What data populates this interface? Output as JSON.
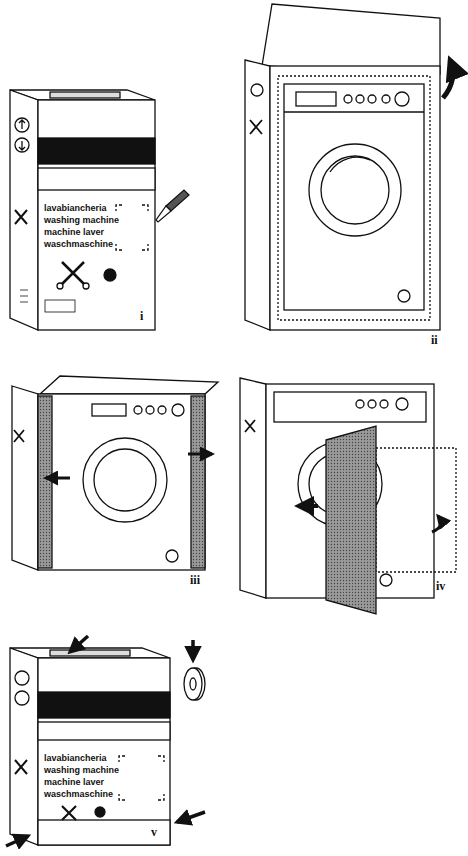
{
  "diagram": {
    "labels": [
      "lavabiancheria",
      "washing machine",
      "machine laver",
      "waschmaschine",
      "i",
      "ii",
      "iii",
      "iv",
      "lavabiancheria",
      "washing machine",
      "machine laver",
      "waschmaschine",
      "v"
    ]
  }
}
